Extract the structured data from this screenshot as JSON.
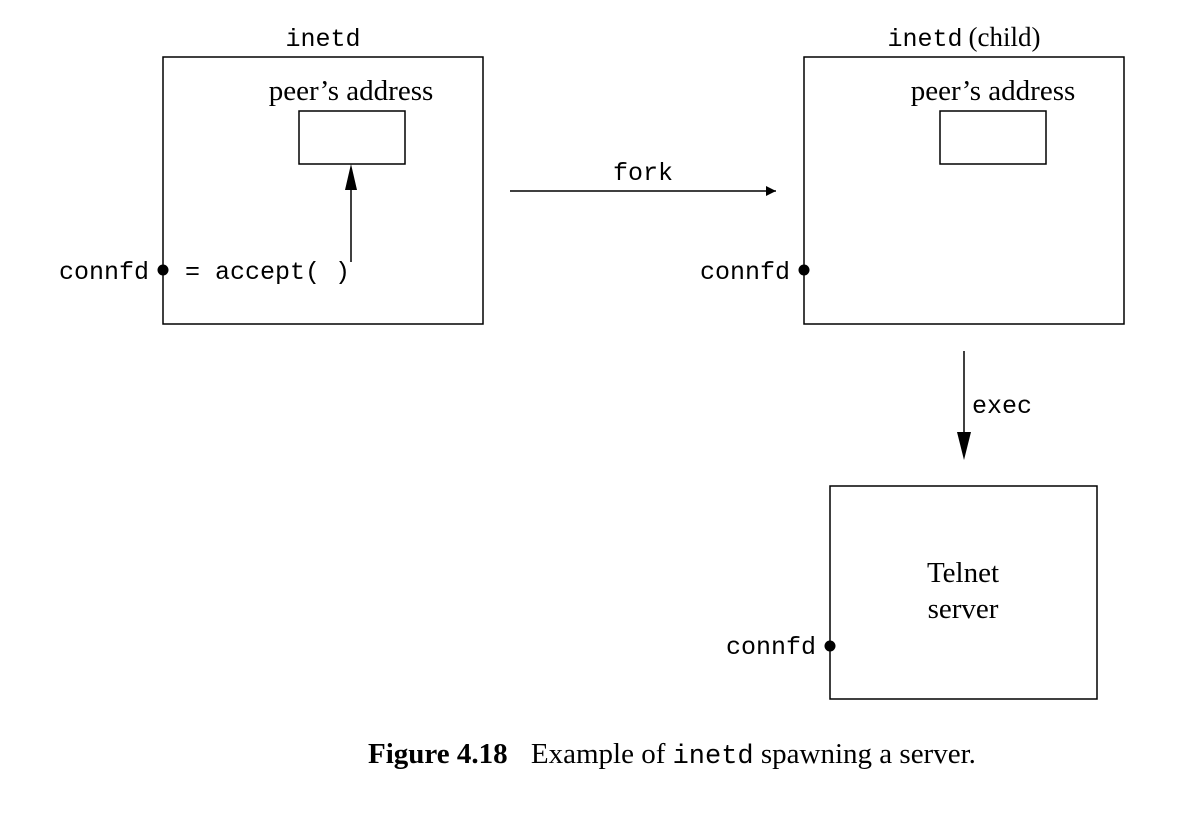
{
  "parent": {
    "title": "inetd",
    "peer_label": "peer’s address",
    "fd_label": "connfd",
    "call_text": "= accept( )"
  },
  "child": {
    "title_code": "inetd",
    "title_suffix": "(child)",
    "peer_label": "peer’s address",
    "fd_label": "connfd"
  },
  "server": {
    "line1": "Telnet",
    "line2": "server",
    "fd_label": "connfd"
  },
  "arrows": {
    "fork_label": "fork",
    "exec_label": "exec"
  },
  "caption": {
    "figure_number": "Figure 4.18",
    "text_before": "Example of",
    "code": "inetd",
    "text_after": "spawning a server."
  }
}
